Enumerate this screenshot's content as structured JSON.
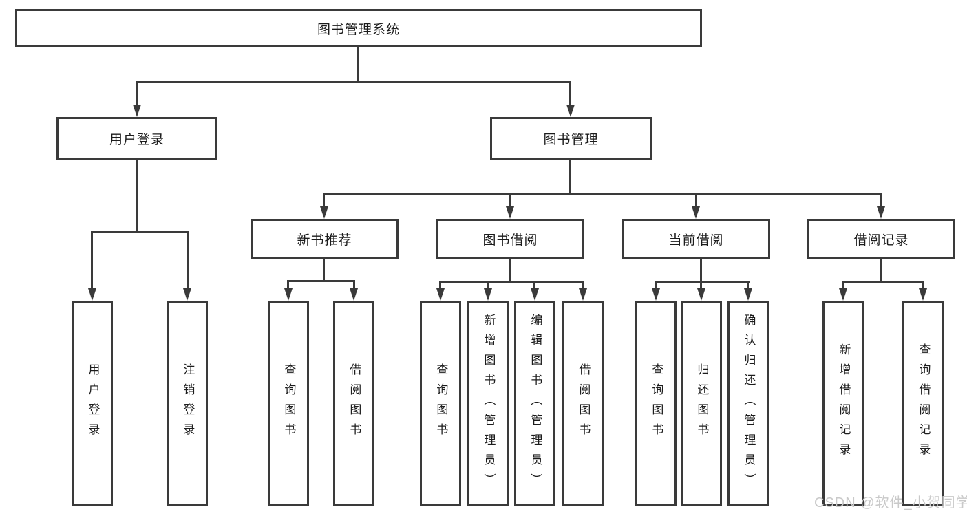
{
  "tree": {
    "root": "图书管理系统",
    "branches": [
      {
        "label": "用户登录",
        "children": [
          "用户登录",
          "注销登录"
        ]
      },
      {
        "label": "图书管理",
        "sections": [
          {
            "label": "新书推荐",
            "children": [
              "查询图书",
              "借阅图书"
            ]
          },
          {
            "label": "图书借阅",
            "children": [
              "查询图书",
              "新增图书（管理员）",
              "编辑图书（管理员）",
              "借阅图书"
            ]
          },
          {
            "label": "当前借阅",
            "children": [
              "查询图书",
              "归还图书",
              "确认归还（管理员）"
            ]
          },
          {
            "label": "借阅记录",
            "children": [
              "新增借阅记录",
              "查询借阅记录"
            ]
          }
        ]
      }
    ]
  },
  "watermark": "CSDN @软件_小贺同学",
  "colors": {
    "line": "#3a3a3a",
    "box_border": "#3a3a3a",
    "text": "#1c1c1c",
    "background": "#ffffff",
    "watermark": "#c9c9c9"
  }
}
